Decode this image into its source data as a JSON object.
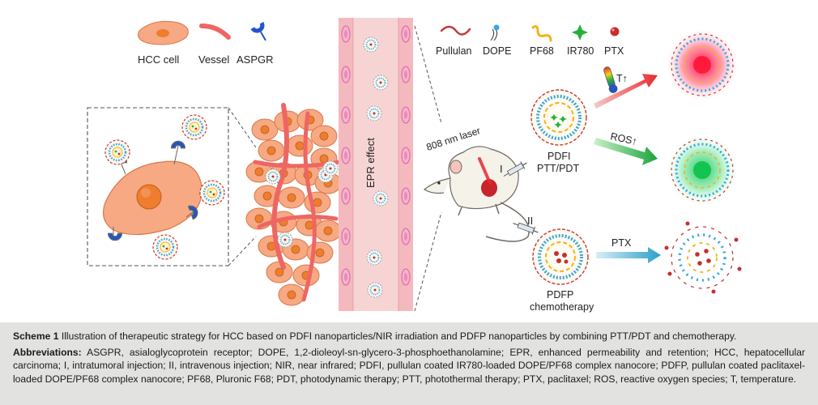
{
  "legend_top_left": {
    "hcc_cell": "HCC cell",
    "vessel": "Vessel",
    "aspgr": "ASPGR"
  },
  "legend_top_right": {
    "pullulan": "Pullulan",
    "dope": "DOPE",
    "pf68": "PF68",
    "ir780": "IR780",
    "ptx": "PTX"
  },
  "labels": {
    "epr_effect": "EPR effect",
    "laser": "808 nm laser",
    "route_i": "I",
    "route_ii": "II",
    "temp_rise": "T↑",
    "ros_rise": "ROS↑",
    "ptx_arrow": "PTX",
    "pdfi_name": "PDFI",
    "pdfi_therapy": "PTT/PDT",
    "pdfp_name": "PDFP",
    "pdfp_therapy": "chemotherapy"
  },
  "colors": {
    "cell_fill": "#f6a982",
    "cell_stroke": "#d9784c",
    "nucleus": "#ee7d2e",
    "vessel": "#ee6663",
    "vessel_band": "#f7d4d4",
    "rbc": "#e26fa2",
    "aspgr": "#2056c9",
    "pullulan": "#c23a38",
    "dope_head": "#3ba6df",
    "pf68": "#f2b21b",
    "ir780": "#27b03a",
    "ptx": "#c72e2e",
    "heat_glow": "#ff2a55",
    "ros_glow": "#2fd36b",
    "ptx_arrow": "#3aa4c8",
    "caption_bg": "#e2e2e0"
  },
  "caption": {
    "scheme_label": "Scheme 1",
    "scheme_text": "Illustration of therapeutic strategy for HCC based on PDFI nanoparticles/NIR irradiation and PDFP nanoparticles by combining PTT/PDT and chemotherapy.",
    "abbrev_label": "Abbreviations:",
    "abbrev_text": "ASGPR, asialoglycoprotein receptor; DOPE, 1,2-dioleoyl-sn-glycero-3-phosphoethanolamine; EPR, enhanced permeability and retention; HCC, hepatocellular carcinoma; I, intratumoral injection; II, intravenous injection; NIR, near infrared; PDFI, pullulan coated IR780-loaded DOPE/PF68 complex nanocore; PDFP, pullulan coated paclitaxel-loaded DOPE/PF68 complex nanocore; PF68, Pluronic F68; PDT, photodynamic therapy; PTT, photothermal therapy; PTX, paclitaxel; ROS, reactive oxygen species; T, temperature."
  }
}
